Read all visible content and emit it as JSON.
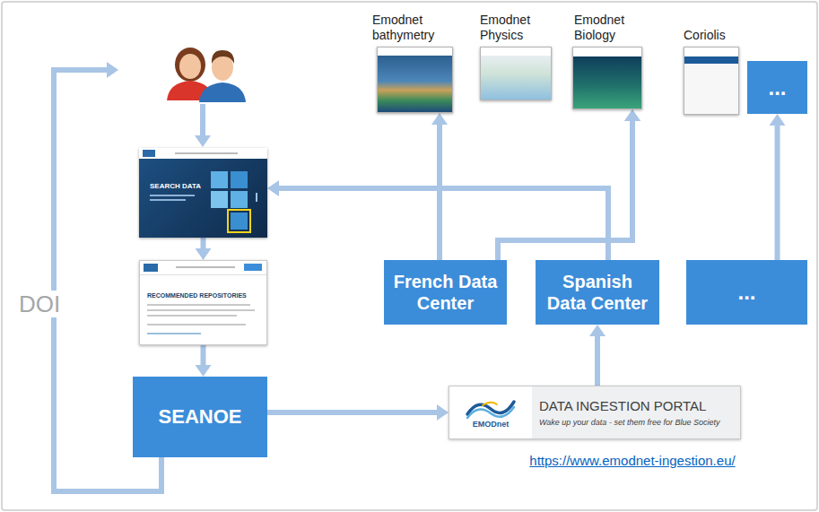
{
  "diagram": {
    "nodes": [
      {
        "text": [
          "Emodnet bathymetry"
        ]
      },
      {
        "text": [
          "Emodnet Physics"
        ]
      },
      {
        "text": [
          "Emodnet Biology"
        ]
      },
      {
        "text": [
          "Coriolis"
        ]
      },
      {
        "text": [
          "..."
        ]
      },
      {
        "text": [
          "SEARCH DATA"
        ]
      },
      {
        "text": [
          "French Data Center"
        ]
      },
      {
        "text": [
          "Spanish Data Center"
        ]
      },
      {
        "text": [
          "..."
        ]
      },
      {
        "text": [
          "RECOMMENDED REPOSITORIES"
        ]
      },
      {
        "text": [
          "SEANOE"
        ]
      },
      {
        "text": [
          "EMODnet",
          "DATA INGESTION PORTAL",
          "Wake up your data - set them free for Blue Society"
        ]
      }
    ],
    "edges": [
      {
        "from": 5,
        "to": 9,
        "arrow": "to"
      },
      {
        "from": 9,
        "to": 10,
        "arrow": "to"
      },
      {
        "from": 10,
        "to": 11,
        "arrow": "to"
      },
      {
        "from": 11,
        "to": 7,
        "arrow": "to"
      },
      {
        "from": 6,
        "to": 0,
        "arrow": "to"
      },
      {
        "from": 6,
        "to": 2,
        "arrow": "to"
      },
      {
        "from": 7,
        "to": 2,
        "arrow": "to"
      },
      {
        "from": 7,
        "to": 5,
        "arrow": "to"
      },
      {
        "from": 8,
        "to": 4,
        "arrow": "to"
      }
    ],
    "labels": [
      "DOI",
      "https://www.emodnet-ingestion.eu/"
    ]
  }
}
